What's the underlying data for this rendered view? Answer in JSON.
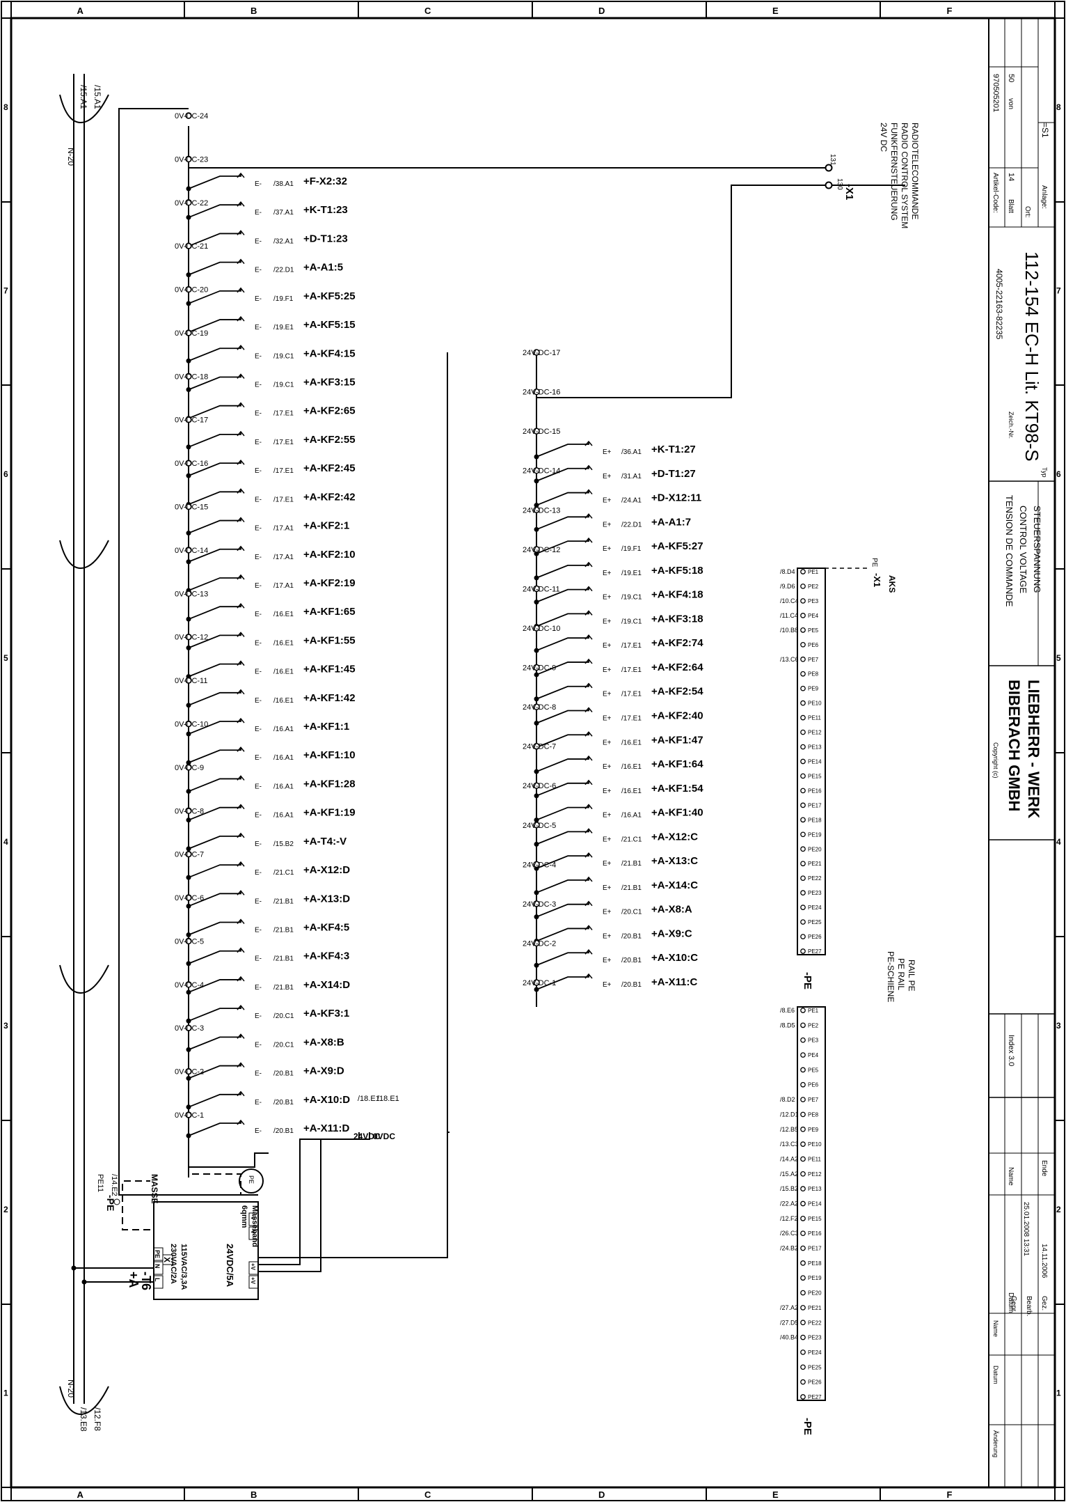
{
  "border": {
    "top_letters": [
      "A",
      "B",
      "C",
      "D",
      "E",
      "F"
    ],
    "bottom_letters": [
      "A",
      "B",
      "C",
      "D",
      "E",
      "F"
    ],
    "left_numbers": [
      "8",
      "7",
      "6",
      "5",
      "4",
      "3",
      "2",
      "1"
    ],
    "right_numbers": [
      "8",
      "7",
      "6",
      "5",
      "4",
      "3",
      "2",
      "1"
    ]
  },
  "supply_rail": {
    "left_top": [
      "/15.A1",
      "/15.A1"
    ],
    "left_top_net": "N-20",
    "left_bottom": [
      "/12.F8",
      "/13.E8"
    ],
    "left_bottom_net": "N-20"
  },
  "psu": {
    "ref_a": "+A",
    "ref_t": "-T6",
    "rating_in_1": "230VAC/2A",
    "rating_in_2": "115VAC/3,3A",
    "rating_out": "24VDC/5A",
    "checkbox_mark": "X",
    "terminals_in": [
      "L",
      "N",
      "PE"
    ],
    "terminals_out_plus": [
      "+V",
      "+V"
    ],
    "terminals_out_minus": [
      "-V",
      "-V"
    ],
    "pe_label": "-PE",
    "pe_terminal": "PE11",
    "pe_ref": "/14.E2"
  },
  "ground": {
    "symbol": "PE",
    "cable_1": "6qmm",
    "cable_2": "Masseband"
  },
  "masse_label": "MASSE",
  "ov_labels": [
    "0V-DC-1",
    "0V-DC-2",
    "0V-DC-3",
    "0V-DC-4",
    "0V-DC-5",
    "0V-DC-6",
    "0V-DC-7",
    "0V-DC-8",
    "0V-DC-9",
    "0V-DC-10",
    "0V-DC-11",
    "0V-DC-12",
    "0V-DC-13",
    "0V-DC-14",
    "0V-DC-15",
    "0V-DC-16",
    "0V-DC-17",
    "0V-DC-18",
    "0V-DC-19",
    "0V-DC-20",
    "0V-DC-21",
    "0V-DC-22",
    "0V-DC-23",
    "0V-DC-24"
  ],
  "ov_loads": [
    {
      "dev": "+A-X11:D",
      "ref": "/20.B1",
      "sig": "E-"
    },
    {
      "dev": "+A-X10:D",
      "ref": "/20.B1",
      "sig": "E-"
    },
    {
      "dev": "+A-X9:D",
      "ref": "/20.B1",
      "sig": "E-"
    },
    {
      "dev": "+A-X8:B",
      "ref": "/20.C1",
      "sig": "E-"
    },
    {
      "dev": "+A-KF3:1",
      "ref": "/20.C1",
      "sig": "E-"
    },
    {
      "dev": "+A-X14:D",
      "ref": "/21.B1",
      "sig": "E-"
    },
    {
      "dev": "+A-KF4:3",
      "ref": "/21.B1",
      "sig": "E-"
    },
    {
      "dev": "+A-KF4:5",
      "ref": "/21.B1",
      "sig": "E-"
    },
    {
      "dev": "+A-X13:D",
      "ref": "/21.B1",
      "sig": "E-"
    },
    {
      "dev": "+A-X12:D",
      "ref": "/21.C1",
      "sig": "E-"
    },
    {
      "dev": "+A-T4:-V",
      "ref": "/15.B2",
      "sig": "E-"
    },
    {
      "dev": "+A-KF1:19",
      "ref": "/16.A1",
      "sig": "E-"
    },
    {
      "dev": "+A-KF1:28",
      "ref": "/16.A1",
      "sig": "E-"
    },
    {
      "dev": "+A-KF1:10",
      "ref": "/16.A1",
      "sig": "E-"
    },
    {
      "dev": "+A-KF1:1",
      "ref": "/16.A1",
      "sig": "E-"
    },
    {
      "dev": "+A-KF1:42",
      "ref": "/16.E1",
      "sig": "E-"
    },
    {
      "dev": "+A-KF1:45",
      "ref": "/16.E1",
      "sig": "E-"
    },
    {
      "dev": "+A-KF1:55",
      "ref": "/16.E1",
      "sig": "E-"
    },
    {
      "dev": "+A-KF1:65",
      "ref": "/16.E1",
      "sig": "E-"
    },
    {
      "dev": "+A-KF2:19",
      "ref": "/17.A1",
      "sig": "E-"
    },
    {
      "dev": "+A-KF2:10",
      "ref": "/17.A1",
      "sig": "E-"
    },
    {
      "dev": "+A-KF2:1",
      "ref": "/17.A1",
      "sig": "E-"
    },
    {
      "dev": "+A-KF2:42",
      "ref": "/17.E1",
      "sig": "E-"
    },
    {
      "dev": "+A-KF2:45",
      "ref": "/17.E1",
      "sig": "E-"
    },
    {
      "dev": "+A-KF2:55",
      "ref": "/17.E1",
      "sig": "E-"
    },
    {
      "dev": "+A-KF2:65",
      "ref": "/17.E1",
      "sig": "E-"
    },
    {
      "dev": "+A-KF3:15",
      "ref": "/19.C1",
      "sig": "E-"
    },
    {
      "dev": "+A-KF4:15",
      "ref": "/19.C1",
      "sig": "E-"
    },
    {
      "dev": "+A-KF5:15",
      "ref": "/19.E1",
      "sig": "E-"
    },
    {
      "dev": "+A-KF5:25",
      "ref": "/19.F1",
      "sig": "E-"
    },
    {
      "dev": "+A-A1:5",
      "ref": "/22.D1",
      "sig": "E-"
    },
    {
      "dev": "+D-T1:23",
      "ref": "/32.A1",
      "sig": "E-"
    },
    {
      "dev": "+K-T1:23",
      "ref": "/37.A1",
      "sig": "E-"
    },
    {
      "dev": "+F-X2:32",
      "ref": "/38.A1",
      "sig": "E-"
    }
  ],
  "v24_labels": [
    "24V-DC-1",
    "24V-DC-2",
    "24V-DC-3",
    "24V-DC-4",
    "24V-DC-5",
    "24V-DC-6",
    "24V-DC-7",
    "24V-DC-8",
    "24V-DC-9",
    "24V-DC-10",
    "24V-DC-11",
    "24V-DC-12",
    "24V-DC-13",
    "24V-DC-14",
    "24V-DC-15",
    "24V-DC-16",
    "24V-DC-17"
  ],
  "v24_loads": [
    {
      "dev": "+A-X11:C",
      "ref": "/20.B1",
      "sig": "E+"
    },
    {
      "dev": "+A-X10:C",
      "ref": "/20.B1",
      "sig": "E+"
    },
    {
      "dev": "+A-X9:C",
      "ref": "/20.B1",
      "sig": "E+"
    },
    {
      "dev": "+A-X8:A",
      "ref": "/20.C1",
      "sig": "E+"
    },
    {
      "dev": "+A-X14:C",
      "ref": "/21.B1",
      "sig": "E+"
    },
    {
      "dev": "+A-X13:C",
      "ref": "/21.B1",
      "sig": "E+"
    },
    {
      "dev": "+A-X12:C",
      "ref": "/21.C1",
      "sig": "E+"
    },
    {
      "dev": "+A-KF1:40",
      "ref": "/16.A1",
      "sig": "E+"
    },
    {
      "dev": "+A-KF1:54",
      "ref": "/16.E1",
      "sig": "E+"
    },
    {
      "dev": "+A-KF1:64",
      "ref": "/16.E1",
      "sig": "E+"
    },
    {
      "dev": "+A-KF1:47",
      "ref": "/16.E1",
      "sig": "E+"
    },
    {
      "dev": "+A-KF2:40",
      "ref": "/17.E1",
      "sig": "E+"
    },
    {
      "dev": "+A-KF2:54",
      "ref": "/17.E1",
      "sig": "E+"
    },
    {
      "dev": "+A-KF2:64",
      "ref": "/17.E1",
      "sig": "E+"
    },
    {
      "dev": "+A-KF2:74",
      "ref": "/17.E1",
      "sig": "E+"
    },
    {
      "dev": "+A-KF3:18",
      "ref": "/19.C1",
      "sig": "E+"
    },
    {
      "dev": "+A-KF4:18",
      "ref": "/19.C1",
      "sig": "E+"
    },
    {
      "dev": "+A-KF5:18",
      "ref": "/19.E1",
      "sig": "E+"
    },
    {
      "dev": "+A-KF5:27",
      "ref": "/19.F1",
      "sig": "E+"
    },
    {
      "dev": "+A-A1:7",
      "ref": "/22.D1",
      "sig": "E+"
    },
    {
      "dev": "+D-X12:11",
      "ref": "/24.A1",
      "sig": "E+"
    },
    {
      "dev": "+D-T1:27",
      "ref": "/31.A1",
      "sig": "E+"
    },
    {
      "dev": "+K-T1:27",
      "ref": "/36.A1",
      "sig": "E+"
    }
  ],
  "supply_outputs": [
    {
      "label": "24VDC",
      "ref": "/18.E1"
    },
    {
      "label": "0VDC",
      "ref": "/18.E1"
    }
  ],
  "x1": {
    "ref": "-X1",
    "pin_130": "130",
    "pin_131": "131",
    "caption_1": "24V DC",
    "caption_2": "FUNKFERNSTEUERUNG",
    "caption_3": "RADIO CONTROL SYSTEM",
    "caption_4": "RADIOTELECOMMANDE"
  },
  "pe_bar_upper": {
    "label": "-PE",
    "terminals": [
      "PE1",
      "PE2",
      "PE3",
      "PE4",
      "PE5",
      "PE6",
      "PE7",
      "PE8",
      "PE9",
      "PE10",
      "PE11",
      "PE12",
      "PE13",
      "PE14",
      "PE15",
      "PE16",
      "PE17",
      "PE18",
      "PE19",
      "PE20",
      "PE21",
      "PE22",
      "PE23",
      "PE24",
      "PE25",
      "PE26",
      "PE27"
    ],
    "refs": [
      "/8.D4",
      "/9.D6",
      "/10.C4",
      "/11.C4",
      "/10.B8",
      "",
      "/13.C6"
    ],
    "x1_ref": "-X1",
    "x1_pin": "PE",
    "aks": "AKS"
  },
  "pe_bar_lower": {
    "label": "-PE",
    "terminals": [
      "PE1",
      "PE2",
      "PE3",
      "PE4",
      "PE5",
      "PE6",
      "PE7",
      "PE8",
      "PE9",
      "PE10",
      "PE11",
      "PE12",
      "PE13",
      "PE14",
      "PE15",
      "PE16",
      "PE17",
      "PE18",
      "PE19",
      "PE20",
      "PE21",
      "PE22",
      "PE23",
      "PE24",
      "PE25",
      "PE26",
      "PE27"
    ],
    "refs": [
      "/8.E6",
      "/8.D5",
      "",
      "",
      "",
      "",
      "/8.D2",
      "/12.D1",
      "/12.B5",
      "/13.C3",
      "/14.A2",
      "/15.A2",
      "/15.B2",
      "/22.A2",
      "/12.F2",
      "/26.C3",
      "/24.B2",
      "",
      "",
      "",
      "/27.A2",
      "/27.D5",
      "/40.B4"
    ]
  },
  "pe_rail_caption": [
    "PE-SCHIENE",
    "PE RAIL",
    "RAIL PE"
  ],
  "title_block": {
    "change_cols": [
      "Änderung",
      "Datum",
      "Name"
    ],
    "drawn_label": "Gez.",
    "drawn_date": "14.11.2006",
    "drawn_name": "Ende",
    "checked_label": "Bearb.",
    "approved_label": "Gepr.",
    "approved_date": "25.01.2008 13:31",
    "datum_label": "Datum",
    "name_label": "Name",
    "index": "Index 3.0",
    "company_1": "LIEBHERR - WERK",
    "company_2": "BIBERACH GMBH",
    "copyright": "Copyright (c)",
    "title_1": "STEUERSPANNUNG",
    "title_2": "CONTROL VOLTAGE",
    "title_3": "TENSION DE COMMANDE",
    "typ_label": "Typ",
    "typ_value": "112-154 EC-H Lit. KT98-S",
    "zeich_label": "Zeich.-Nr.",
    "zeich_value": "4005-22163-82235",
    "anlage_label": "Anlage:",
    "anlage_value": "=S1",
    "ort_label": "Ort:",
    "blatt_label": "Blatt",
    "blatt_value": "14",
    "von_label": "von",
    "von_value": "50",
    "artikel_label": "Artikel-Code:",
    "artikel_value": "970505201"
  }
}
